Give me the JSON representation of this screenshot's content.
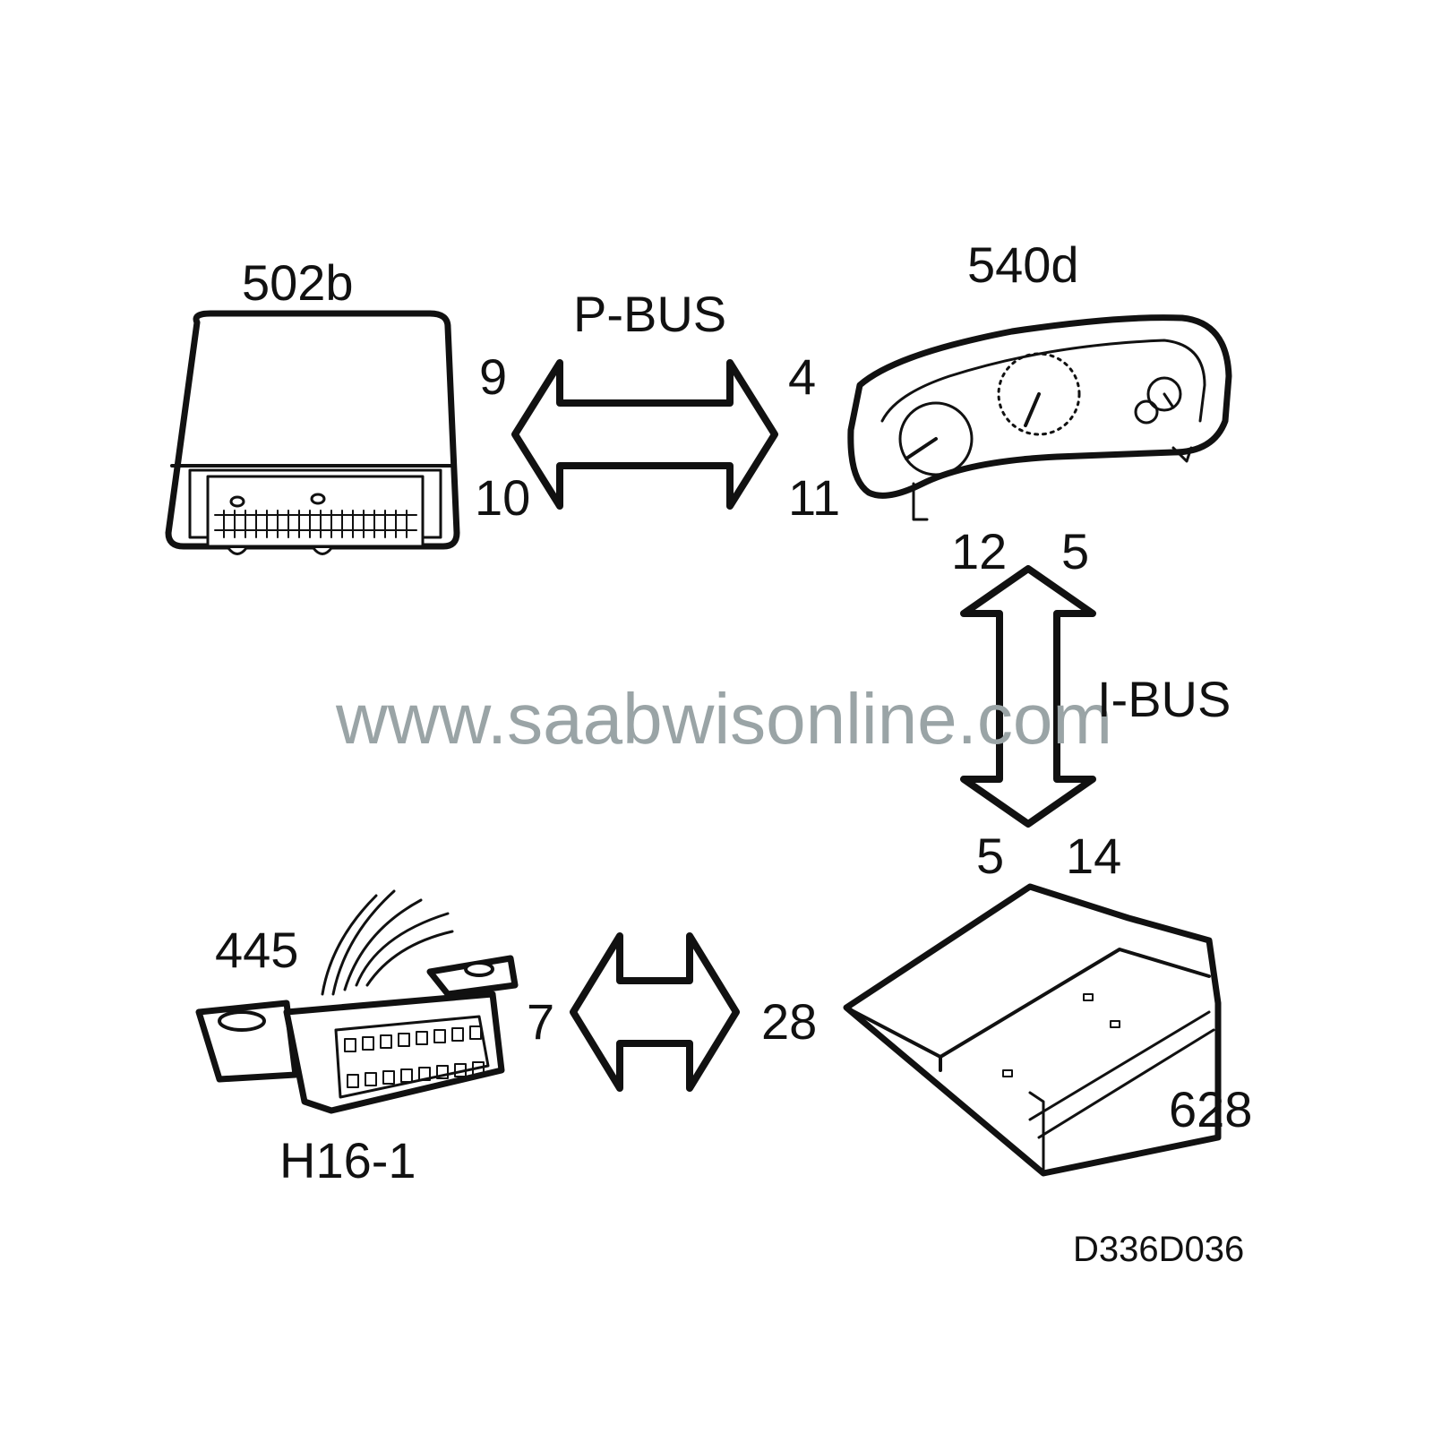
{
  "labels": {
    "module_502b": "502b",
    "module_540d": "540d",
    "module_445": "445",
    "module_h16": "H16-1",
    "module_628": "628",
    "pbus": "P-BUS",
    "ibus": "I-BUS",
    "pin_9": "9",
    "pin_10": "10",
    "pin_4": "4",
    "pin_11": "11",
    "pin_12": "12",
    "pin_5_top": "5",
    "pin_5_bottom": "5",
    "pin_14": "14",
    "pin_7": "7",
    "pin_28": "28",
    "figure_code": "D336D036"
  },
  "watermark": {
    "text": "www.saabwisonline.com",
    "color": "#9aa4a6"
  },
  "colors": {
    "line": "#111111",
    "background": "#ffffff"
  }
}
